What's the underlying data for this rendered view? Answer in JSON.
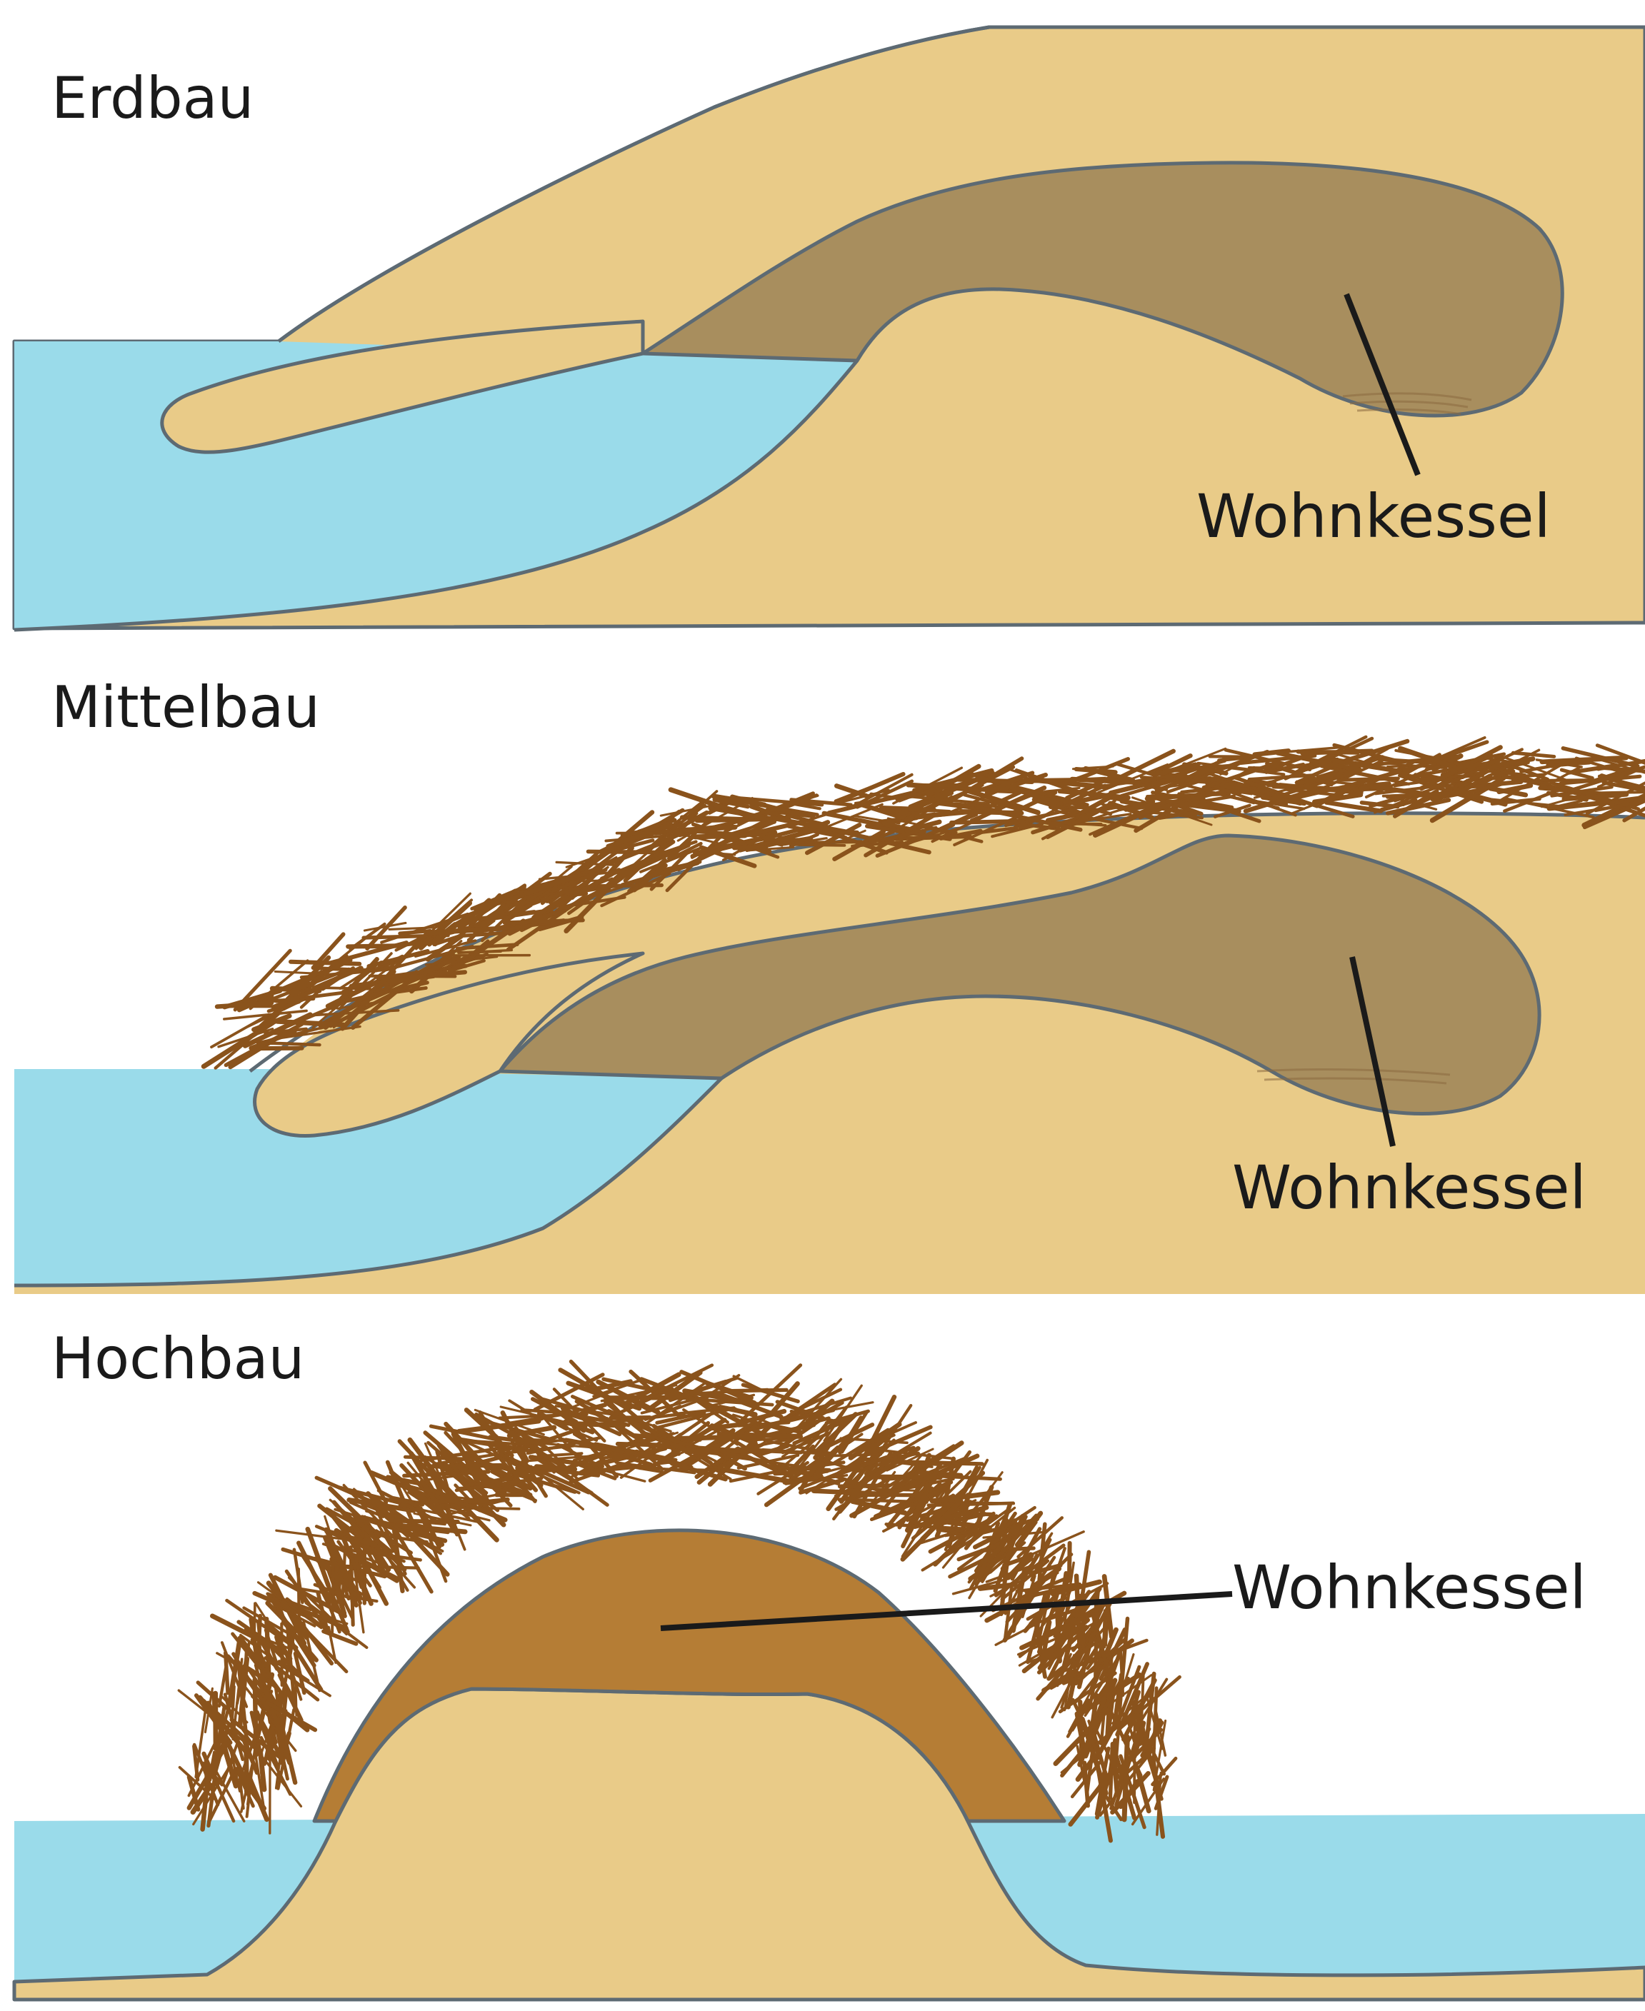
{
  "panels": [
    {
      "title": "Erdbau",
      "chamber_label": "Wohnkessel"
    },
    {
      "title": "Mittelbau",
      "chamber_label": "Wohnkessel"
    },
    {
      "title": "Hochbau",
      "chamber_label": "Wohnkessel"
    }
  ],
  "colors": {
    "earth": "#e9cb88",
    "water": "#9adbea",
    "chamber": "#a88e5e",
    "chamber_hochbau": "#b57d35",
    "sticks": "#8a531c",
    "outline": "#5d6a73",
    "pointer": "#1a1a1a"
  }
}
